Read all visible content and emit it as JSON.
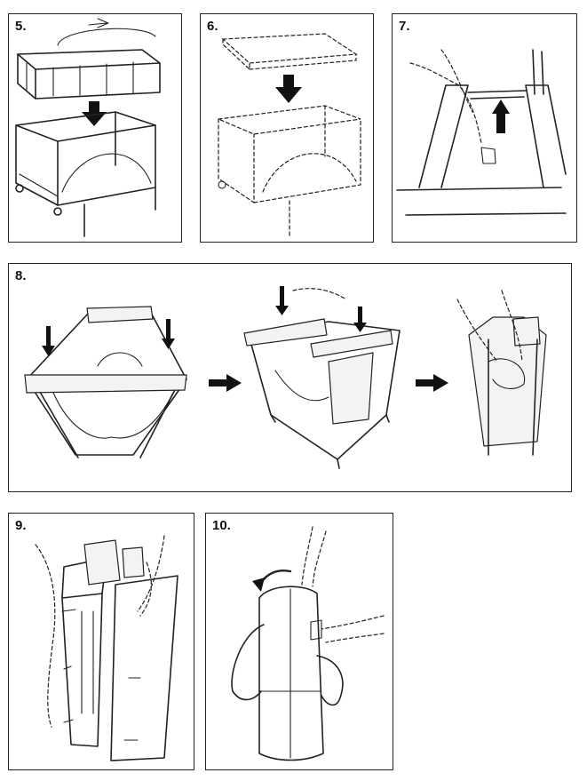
{
  "steps": [
    {
      "label": "5."
    },
    {
      "label": "6."
    },
    {
      "label": "7."
    },
    {
      "label": "8."
    },
    {
      "label": "9."
    },
    {
      "label": "10."
    }
  ],
  "colors": {
    "ink": "#222222",
    "background": "#ffffff"
  },
  "icons": [
    "down-arrow-icon",
    "up-arrow-icon",
    "right-arrow-icon",
    "curved-arrow-icon"
  ]
}
